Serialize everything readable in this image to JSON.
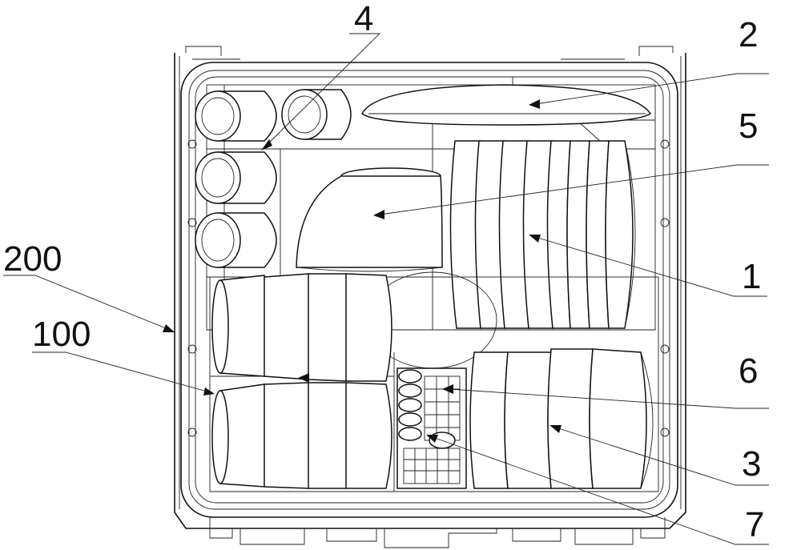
{
  "labels": {
    "l1": "1",
    "l2": "2",
    "l3": "3",
    "l4": "4",
    "l5": "5",
    "l6": "6",
    "l7": "7",
    "l100": "100",
    "l200": "200"
  }
}
